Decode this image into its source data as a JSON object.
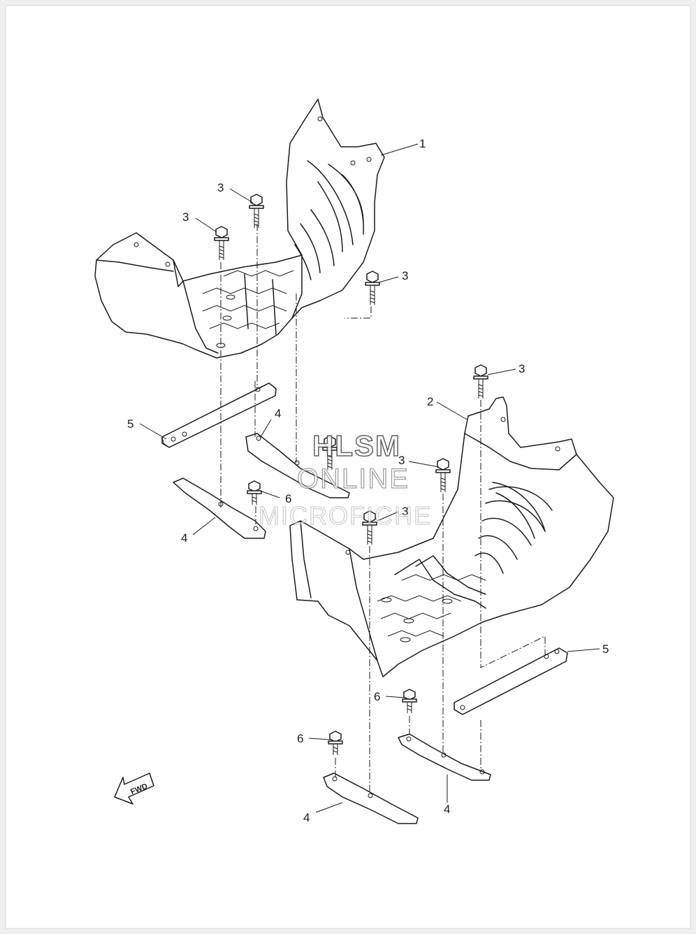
{
  "watermark": {
    "line1": "HLSM",
    "line2": "ONLINE",
    "line3": "MICROFICHE"
  },
  "fwd_label": "FWD",
  "callouts": {
    "guard1": "1",
    "guard2": "2",
    "bolt_a": "3",
    "bolt_b": "3",
    "bolt_c": "3",
    "bolt_d": "3",
    "bolt_e": "3",
    "bolt_f": "3",
    "bracket_a": "4",
    "bracket_b": "4",
    "bracket_c": "4",
    "bracket_d": "4",
    "plate_a": "5",
    "plate_b": "5",
    "screw_a": "6",
    "screw_b": "6",
    "screw_c": "6"
  }
}
